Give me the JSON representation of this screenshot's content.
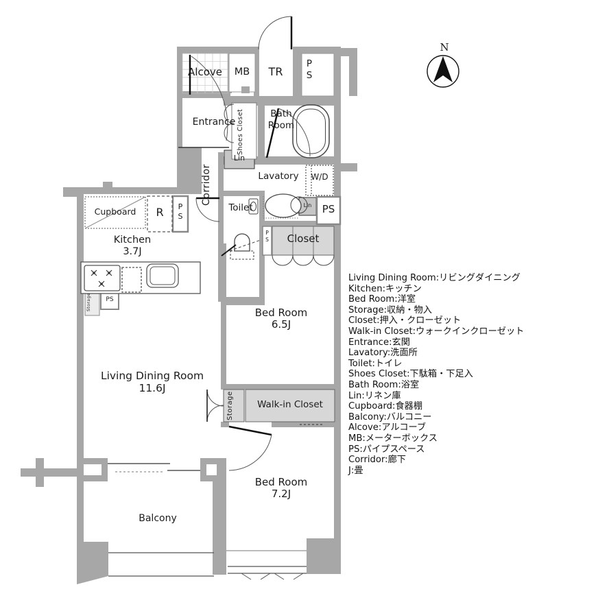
{
  "plan": {
    "compass": {
      "label": "N"
    },
    "rooms": {
      "alcove": {
        "label": "Alcove"
      },
      "mb": {
        "label": "MB"
      },
      "tr": {
        "label": "TR"
      },
      "ps_top": {
        "line1": "P",
        "line2": "S"
      },
      "entrance": {
        "label": "Entrance"
      },
      "shoes_closet": {
        "label": "Shoes Closet"
      },
      "bath_room": {
        "line1": "Bath",
        "line2": "Room"
      },
      "corridor": {
        "label": "Corridor"
      },
      "lin_upper": {
        "label": "Lin"
      },
      "lavatory": {
        "label": "Lavatory"
      },
      "wd": {
        "label": "W/D"
      },
      "toilet": {
        "label": "Toilet"
      },
      "lin_lower": {
        "label": "Lin"
      },
      "ps_mid": {
        "label": "PS"
      },
      "closet": {
        "label": "Closet"
      },
      "ps_closet": {
        "line1": "P",
        "line2": "S"
      },
      "cupboard": {
        "label": "Cupboard"
      },
      "refrigerator": {
        "label": "R"
      },
      "ps_kitchen": {
        "line1": "P",
        "line2": "S"
      },
      "kitchen": {
        "name": "Kitchen",
        "size": "3.7J"
      },
      "storage_kitchen": {
        "label": "Storage"
      },
      "ps_small": {
        "label": "PS"
      },
      "bedroom_1": {
        "name": "Bed Room",
        "size": "6.5J"
      },
      "living_dining": {
        "name": "Living Dining Room",
        "size": "11.6J"
      },
      "storage_2": {
        "label": "Storage"
      },
      "walk_in_closet": {
        "label": "Walk-in Closet"
      },
      "bedroom_2": {
        "name": "Bed Room",
        "size": "7.2J"
      },
      "balcony": {
        "label": "Balcony"
      }
    },
    "legend": [
      "Living Dining Room:リビングダイニング",
      "Kitchen:キッチン",
      "Bed Room:洋室",
      "Storage:収納・物入",
      "Closet:押入・クローゼット",
      "Walk-in Closet:ウォークインクローゼット",
      "Entrance:玄関",
      "Lavatory:洗面所",
      "Toilet:トイレ",
      "Shoes Closet:下駄箱・下足入",
      "Bath Room:浴室",
      "Lin:リネン庫",
      "Cupboard:食器棚",
      "Balcony:バルコニー",
      "Alcove:アルコーブ",
      "MB:メーターボックス",
      "PS:パイプスペース",
      "Corridor:廊下",
      "J:畳"
    ],
    "colors": {
      "wall": "#a7a7a7",
      "shade": "#d7d7d7",
      "lin": "#c6c6c6",
      "line": "#444444"
    }
  }
}
